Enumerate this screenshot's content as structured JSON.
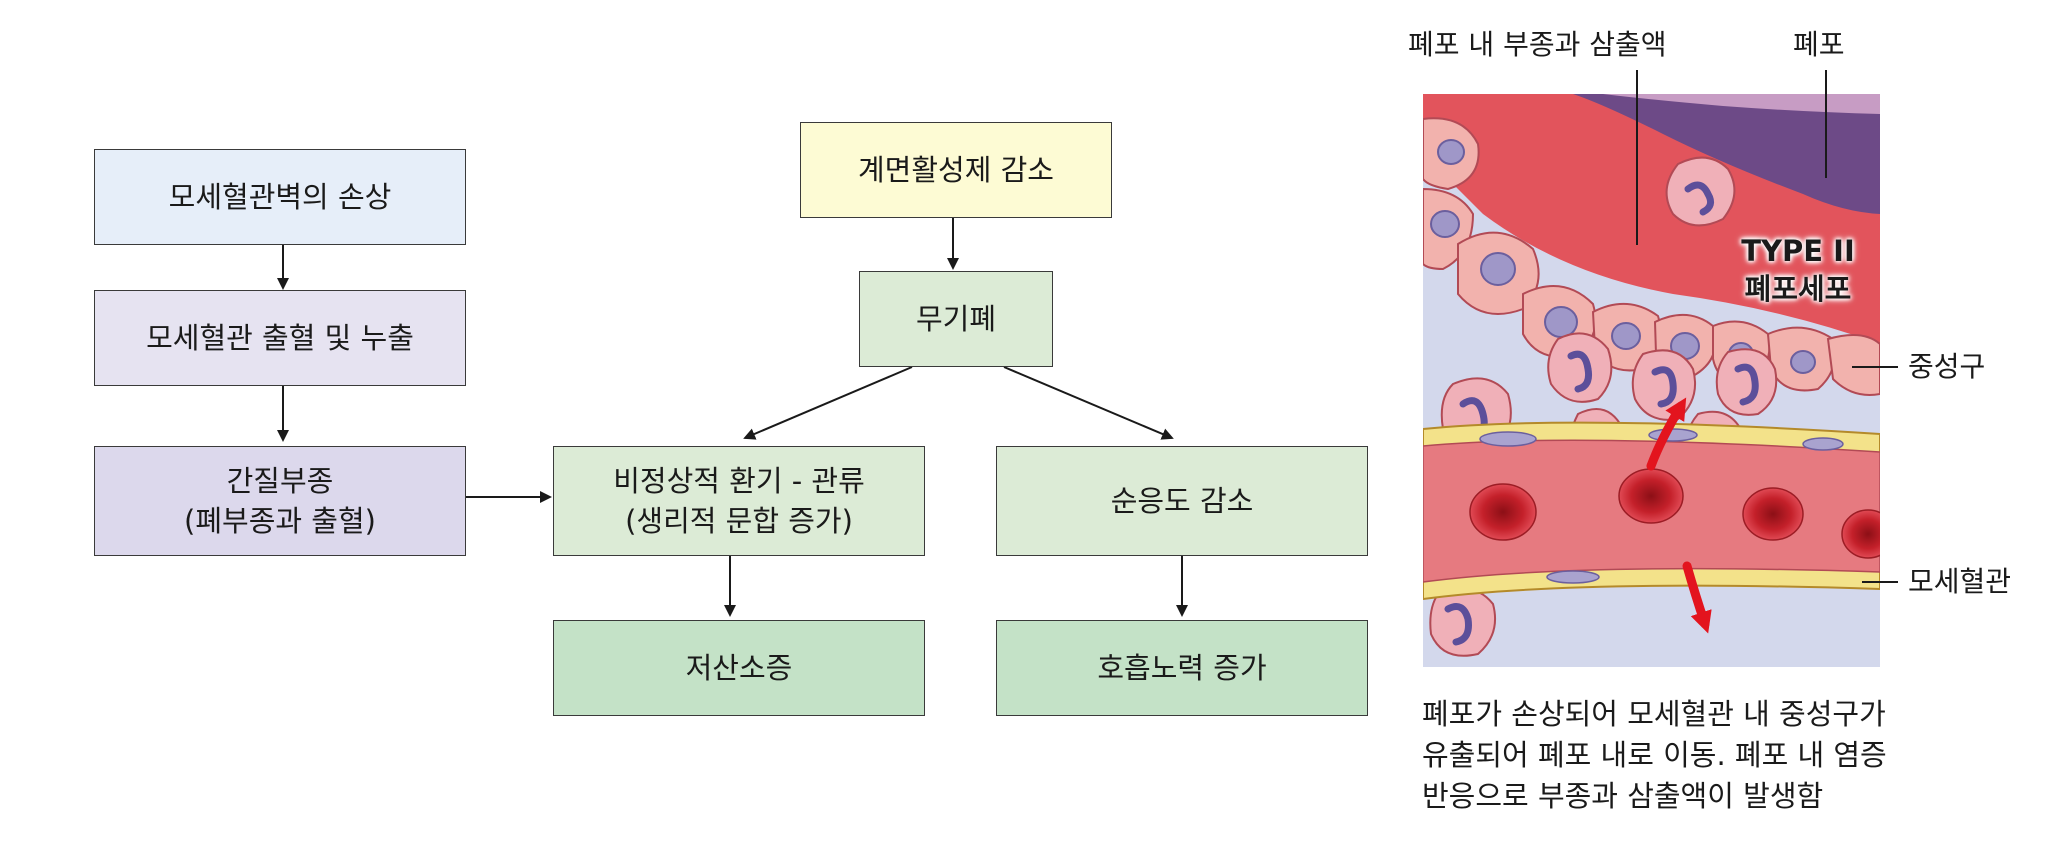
{
  "flow": {
    "capillary_wall_damage": "모세혈관벽의 손상",
    "capillary_bleeding_leak": "모세혈관 출혈 및 누출",
    "interstitial_edema": "간질부종\n(폐부종과 출혈)",
    "surfactant_decrease": "계면활성제 감소",
    "atelectasis": "무기폐",
    "vq_mismatch": "비정상적 환기 - 관류\n(생리적 문합 증가)",
    "compliance_decrease": "순응도 감소",
    "hypoxemia": "저산소증",
    "breathing_effort": "호흡노력 증가"
  },
  "illustration": {
    "label_edema_exudate": "폐포 내 부종과 삼출액",
    "label_alveolus": "폐포",
    "label_type2_line1": "TYPE II",
    "label_type2_line2": "폐포세포",
    "label_neutrophil": "중성구",
    "label_capillary": "모세혈관",
    "caption_lines": [
      "폐포가 손상되어 모세혈관 내 중성구가",
      "유출되어 폐포 내로 이동. 폐포 내 염증",
      "반응으로 부종과 삼출액이 발생함"
    ]
  },
  "colors": {
    "blue_box": "#e6eef9",
    "lavender_box": "#e6e3f1",
    "purple_box": "#dcd8ec",
    "yellow_box": "#fdfbd4",
    "light_green_box": "#dcebd6",
    "green_box": "#c4e2c7",
    "arrow": "#1a1a1a",
    "migration_arrow": "#e3141e"
  }
}
